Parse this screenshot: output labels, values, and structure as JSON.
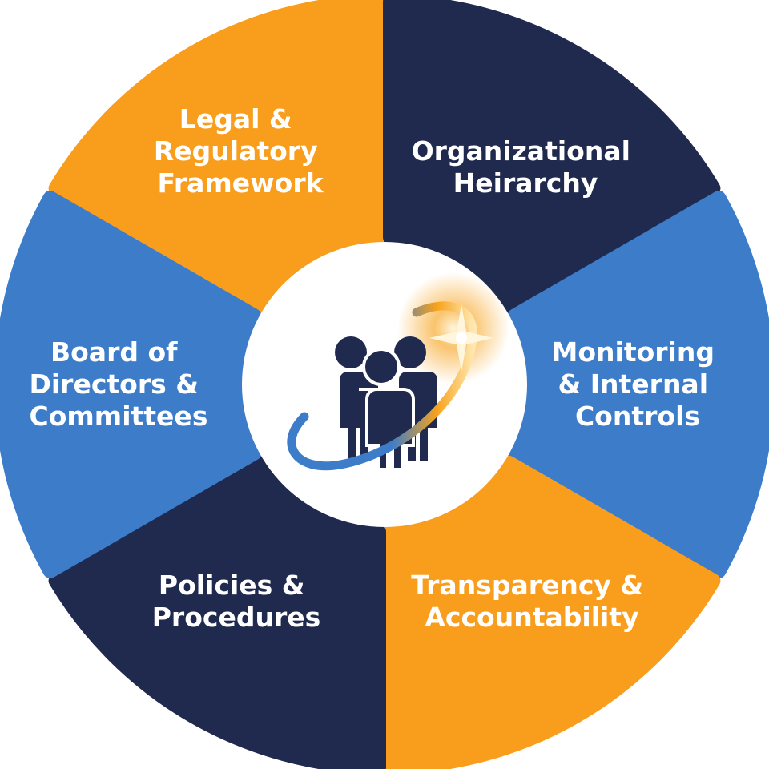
{
  "colors": {
    "orange": "#F99D1C",
    "navy": "#1F2A4E",
    "blue": "#3D7CC9",
    "center_bg": "#ffffff",
    "icon_people": "#1F2A4E",
    "icon_orbit": "#3D7CC9",
    "icon_glow": "#F7A21B"
  },
  "segments": [
    {
      "id": "legal",
      "color": "orange",
      "lines": [
        "Legal &",
        "Regulatory",
        "Framework"
      ]
    },
    {
      "id": "hierarchy",
      "color": "navy",
      "lines": [
        "Organizational",
        "Heirarchy"
      ]
    },
    {
      "id": "monitoring",
      "color": "blue",
      "lines": [
        "Monitoring",
        "& Internal",
        "Controls"
      ]
    },
    {
      "id": "transparency",
      "color": "orange",
      "lines": [
        "Transparency &",
        "Accountability"
      ]
    },
    {
      "id": "policies",
      "color": "navy",
      "lines": [
        "Policies &",
        "Procedures"
      ]
    },
    {
      "id": "board",
      "color": "blue",
      "lines": [
        "Board of",
        "Directors &",
        "Committees"
      ]
    }
  ],
  "center": {
    "icon": "people-group-orbit-icon"
  }
}
